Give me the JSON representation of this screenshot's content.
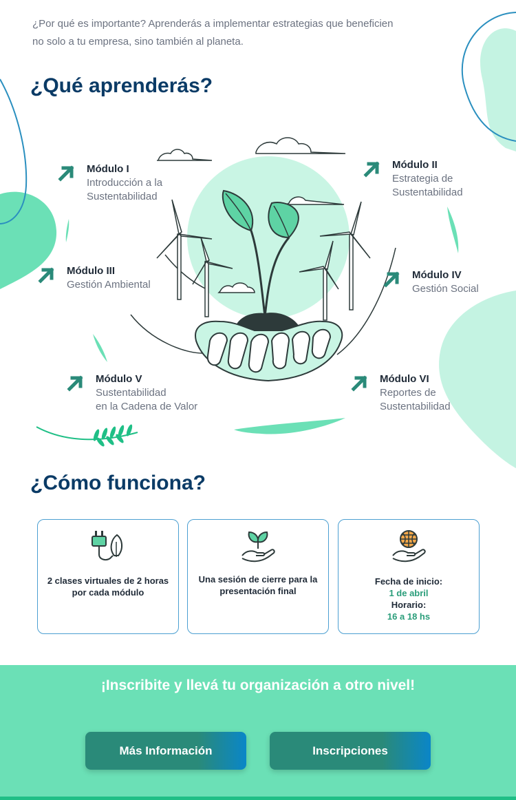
{
  "intro": {
    "text": "¿Por qué es importante? Aprenderás a implementar estrategias que beneficien no solo a tu empresa, sino también al planeta."
  },
  "learn_section": {
    "title": "¿Qué aprenderás?",
    "modules": [
      {
        "title": "Módulo I",
        "desc": "Introducción a la\nSustentabilidad"
      },
      {
        "title": "Módulo II",
        "desc": "Estrategia de\nSustentabilidad"
      },
      {
        "title": "Módulo III",
        "desc": "Gestión Ambiental"
      },
      {
        "title": "Módulo IV",
        "desc": "Gestión Social"
      },
      {
        "title": "Módulo V",
        "desc": "Sustentabilidad\nen la Cadena de Valor"
      },
      {
        "title": "Módulo VI",
        "desc": "Reportes de\nSustentabilidad"
      }
    ]
  },
  "how_section": {
    "title": "¿Cómo funciona?",
    "cards": [
      {
        "icon": "plug-leaf-icon",
        "text": "2 clases virtuales de 2 horas por cada módulo"
      },
      {
        "icon": "hand-plant-icon",
        "text": "Una sesión de cierre para la presentación final"
      },
      {
        "icon": "hand-globe-icon",
        "start_label": "Fecha de inicio:",
        "start_value": "1 de abril",
        "schedule_label": "Horario:",
        "schedule_value": "16 a 18 hs"
      }
    ]
  },
  "footer": {
    "cta": "¡Inscribite y llevá tu organización a otro nivel!",
    "more_info_label": "Más Información",
    "signup_label": "Inscripciones"
  },
  "colors": {
    "title": "#0b3b66",
    "accent_green": "#2a8a79",
    "mint": "#6be0b6",
    "card_border": "#4b9fd1"
  }
}
